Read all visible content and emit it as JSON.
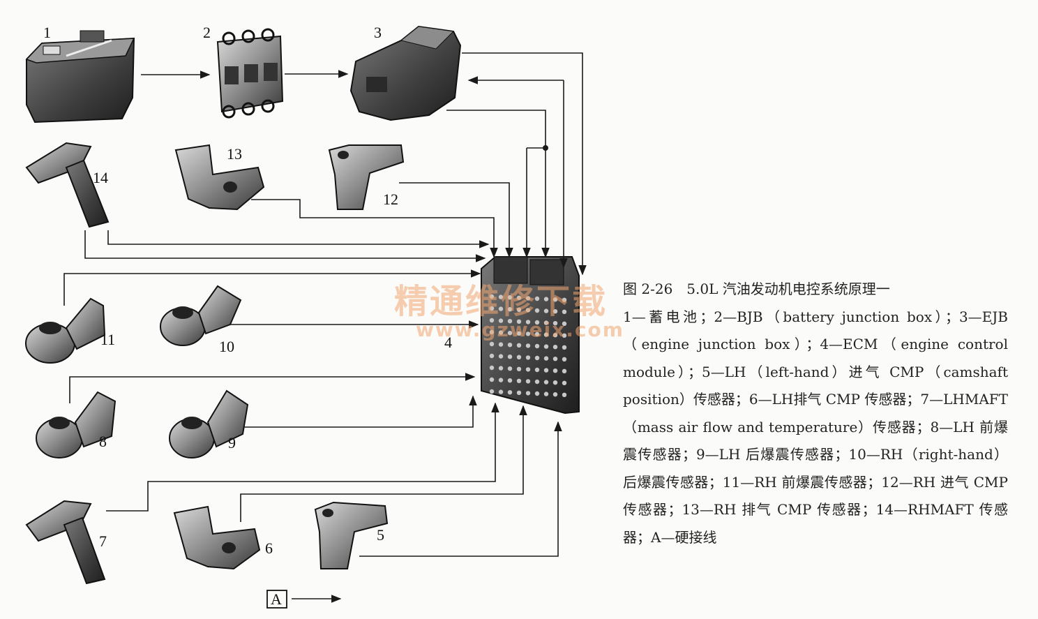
{
  "colors": {
    "line": "#1a1a1a",
    "watermark": "#f2a772",
    "component_fill": "#4a4a4a"
  },
  "labels": {
    "n1": "1",
    "n2": "2",
    "n3": "3",
    "n4": "4",
    "n5": "5",
    "n6": "6",
    "n7": "7",
    "n8": "8",
    "n9": "9",
    "n10": "10",
    "n11": "11",
    "n12": "12",
    "n13": "13",
    "n14": "14"
  },
  "legend": {
    "box": "A"
  },
  "watermark": {
    "cn": "精通维修下载",
    "url": "www.gzweix.com"
  },
  "caption": {
    "title": "图 2-26　5.0L 汽油发动机电控系统原理一",
    "body": "1—蓄电池；2—BJB（battery junction box）；3—EJB（engine junction box）；4—ECM（engine control module）；5—LH（left-hand）进气 CMP（camshaft position）传感器；6—LH排气 CMP 传感器；7—LHMAFT（mass air flow and temperature）传感器；8—LH 前爆震传感器；9—LH 后爆震传感器；10—RH（right-hand）后爆震传感器；11—RH 前爆震传感器；12—RH 进气 CMP 传感器；13—RH 排气 CMP 传感器；14—RHMAFT 传感器；A—硬接线"
  }
}
